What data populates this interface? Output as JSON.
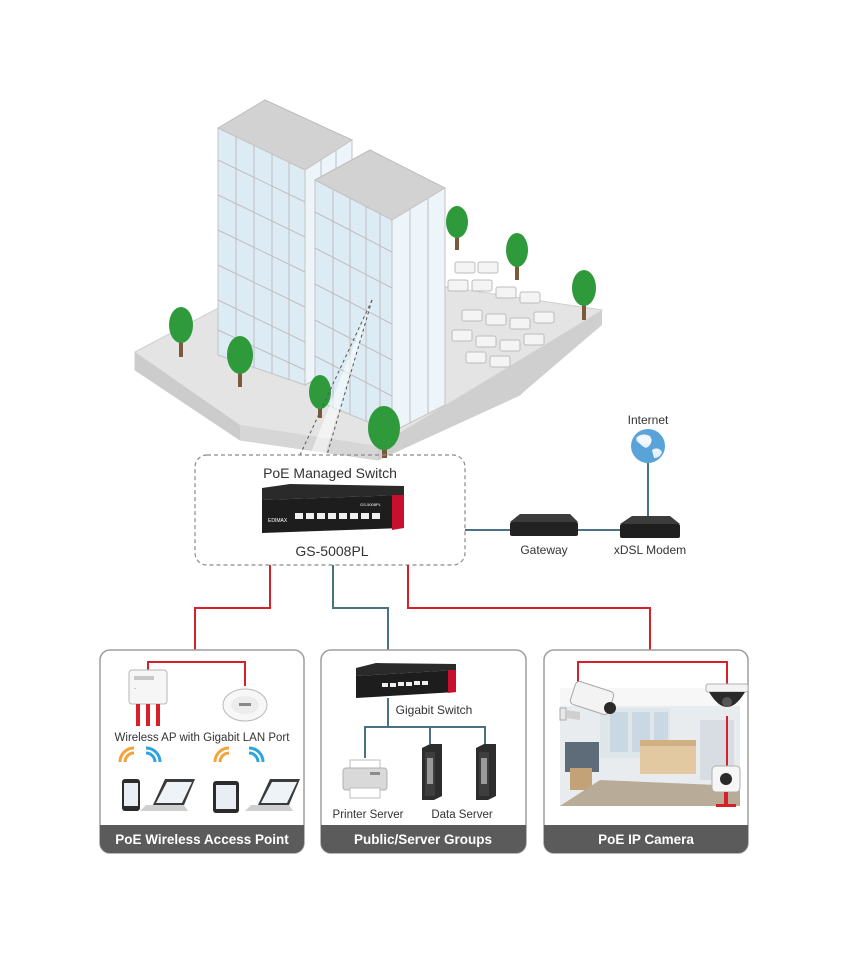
{
  "colors": {
    "poe_line": "#d8202a",
    "data_line": "#4a7283",
    "panel_border": "#9e9e9e",
    "panel_title_bg": "#5b5b5b",
    "switch_body": "#1d1d1d",
    "switch_accent": "#c8102e",
    "building_glass": "#dcebf4",
    "building_frame": "#c9c9c9",
    "tree": "#2f9a3c",
    "ground": "#e2e2e2"
  },
  "icons": {
    "buildings": "office-buildings-illustration",
    "globe": "internet-globe-icon",
    "access_point_outdoor": "outdoor-access-point-icon",
    "access_point_ceiling": "ceiling-access-point-icon",
    "wifi": "wifi-waves-icon",
    "phone": "smartphone-icon",
    "tablet": "tablet-icon",
    "laptop": "laptop-icon",
    "printer": "printer-icon",
    "server": "server-tower-icon",
    "bullet_camera": "bullet-camera-icon",
    "dome_camera": "dome-camera-icon",
    "cube_camera": "cube-camera-icon"
  },
  "core": {
    "switch_title": "PoE Managed Switch",
    "switch_model": "GS-5008PL",
    "switch_brand": "EDIMAX",
    "switch_model_plate": "GS-5008PL"
  },
  "uplink": {
    "internet_label": "Internet",
    "gateway_label": "Gateway",
    "modem_label": "xDSL Modem"
  },
  "panels": {
    "wireless": {
      "title": "PoE Wireless Access Point",
      "caption": "Wireless AP with Gigabit LAN Port"
    },
    "servers": {
      "title": "Public/Server Groups",
      "switch_label": "Gigabit Switch",
      "printer_label": "Printer Server",
      "data_label": "Data Server"
    },
    "camera": {
      "title": "PoE IP Camera"
    }
  }
}
